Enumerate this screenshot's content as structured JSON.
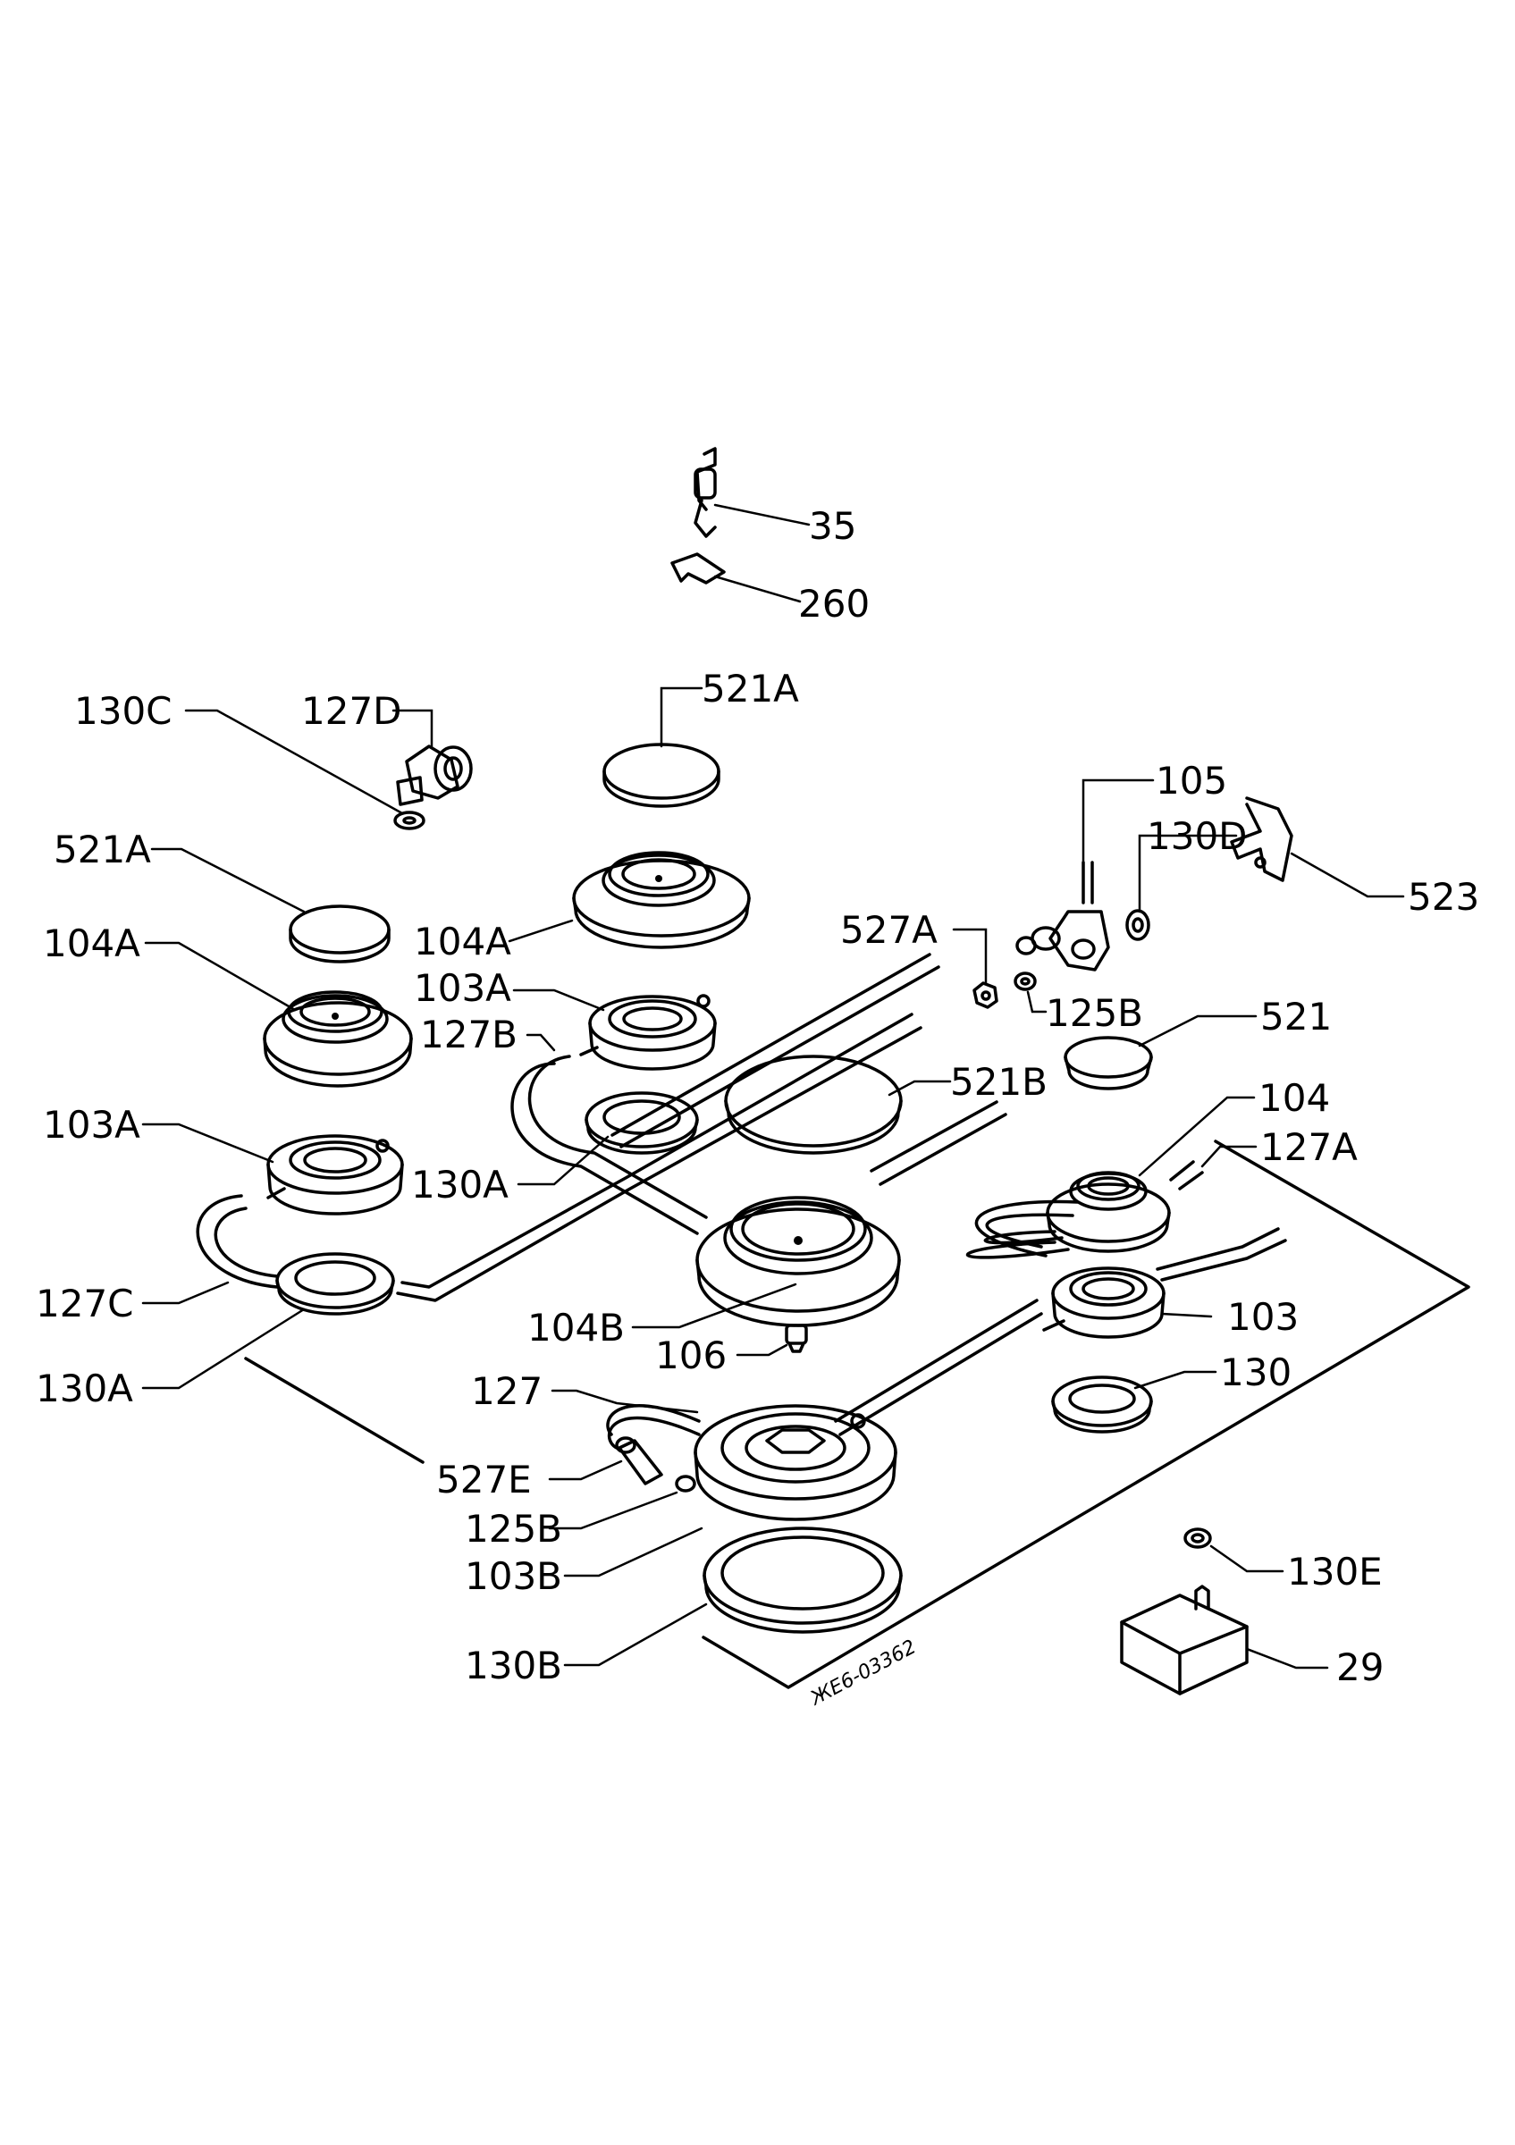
{
  "labels": {
    "p35": "35",
    "p260": "260",
    "p130C": "130C",
    "p127D": "127D",
    "p521A_top": "521A",
    "p521A_left": "521A",
    "p104A_left": "104A",
    "p104A_center": "104A",
    "p103A_center": "103A",
    "p127B": "127B",
    "p103A_left": "103A",
    "p130A_center": "130A",
    "p127C": "127C",
    "p130A_left": "130A",
    "p105": "105",
    "p130D": "130D",
    "p523": "523",
    "p527A": "527A",
    "p125B_top": "125B",
    "p521": "521",
    "p521B": "521B",
    "p104": "104",
    "p127A": "127A",
    "p104B": "104B",
    "p106": "106",
    "p103": "103",
    "p130": "130",
    "p127": "127",
    "p527E": "527E",
    "p125B_bottom": "125B",
    "p103B": "103B",
    "p130B": "130B",
    "p130E": "130E",
    "p29": "29"
  },
  "drawing_code": "ЖЕ6-03362"
}
